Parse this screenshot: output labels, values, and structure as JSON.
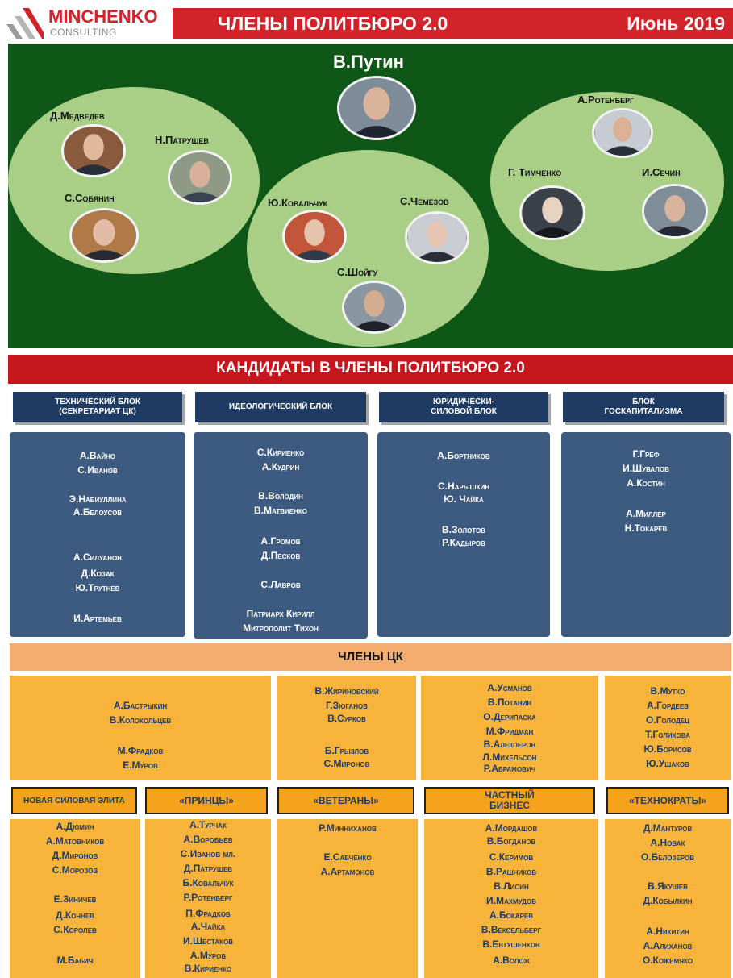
{
  "header": {
    "logo_name": "MINCHENKO",
    "logo_sub": "CONSULTING",
    "title": "ЧЛЕНЫ ПОЛИТБЮРО 2.0",
    "date": "Июнь 2019"
  },
  "politburo": {
    "leader": "В.Путин",
    "left_group": [
      "Д.Медведев",
      "Н.Патрушев",
      "С.Собянин"
    ],
    "center_group": [
      "Ю.Ковальчук",
      "С.Чемезов",
      "С.Шойгу"
    ],
    "right_group": [
      "А.Ротенберг",
      "Г. Тимченко",
      "И.Сечин"
    ]
  },
  "candidates": {
    "title": "КАНДИДАТЫ В ЧЛЕНЫ ПОЛИТБЮРО 2.0",
    "blocks": [
      {
        "header": "ТЕХНИЧЕСКИЙ БЛОК (СЕКРЕТАРИАТ ЦК)",
        "names": [
          "А.Вайно",
          "С.Иванов",
          "Э.Набиуллина",
          "А.Белоусов",
          "А.Силуанов",
          "Д.Козак",
          "Ю.Трутнев",
          "И.Артемьев"
        ]
      },
      {
        "header": "ИДЕОЛОГИЧЕСКИЙ БЛОК",
        "names": [
          "С.Кириенко",
          "А.Кудрин",
          "В.Володин",
          "В.Матвиенко",
          "А.Громов",
          "Д.Песков",
          "С.Лавров",
          "Патриарх Кирилл",
          "Митрополит Тихон"
        ]
      },
      {
        "header": "ЮРИДИЧЕСКИ-СИЛОВОЙ БЛОК",
        "names": [
          "А.Бортников",
          "С.Нарышкин",
          "Ю. Чайка",
          "В.Золотов",
          "Р.Кадыров"
        ]
      },
      {
        "header": "БЛОК ГОСКАПИТАЛИЗМА",
        "names": [
          "Г.Греф",
          "И.Шувалов",
          "А.Костин",
          "А.Миллер",
          "Н.Токарев"
        ]
      }
    ]
  },
  "ck": {
    "title": "ЧЛЕНЫ ЦК",
    "top_groups": [
      [
        "А.Бастрыкин",
        "В.Колокольцев",
        "М.Фрадков",
        "Е.Муров"
      ],
      [
        "В.Жириновский",
        "Г.Зюганов",
        "В.Сурков",
        "Б.Грызлов",
        "С.Миронов"
      ],
      [
        "А.Усманов",
        "В.Потанин",
        "О.Дерипаска",
        "М.Фридман",
        "В.Алекперов",
        "Л.Михельсон",
        "Р.Абрамович"
      ],
      [
        "В.Мутко",
        "А.Гордеев",
        "О.Голодец",
        "Т.Голикова",
        "Ю.Борисов",
        "Ю.Ушаков"
      ]
    ],
    "bottom_groups": [
      {
        "header": "НОВАЯ СИЛОВАЯ ЭЛИТА",
        "names": [
          "А.Дюмин",
          "А.Матовников",
          "Д.Миронов",
          "С.Морозов",
          "Е.Зиничев",
          "Д.Кочнев",
          "С.Королев",
          "М.Бабич"
        ]
      },
      {
        "header": "«ПРИНЦЫ»",
        "names": [
          "А.Турчак",
          "А.Воробьев",
          "С.Иванов мл.",
          "Д.Патрушев",
          "Б.Ковальчук",
          "Р.Ротенберг",
          "П.Фрадков",
          "А.Чайка",
          "И.Шестаков",
          "А.Муров",
          "В.Кириенко"
        ]
      },
      {
        "header": "«ВЕТЕРАНЫ»",
        "names": [
          "Р.Минниханов",
          "Е.Савченко",
          "А.Артамонов"
        ]
      },
      {
        "header": "ЧАСТНЫЙ БИЗНЕС",
        "names": [
          "А.Мордашов",
          "В.Богданов",
          "С.Керимов",
          "В.Рашников",
          "В.Лисин",
          "И.Махмудов",
          "А.Бокарев",
          "В.Вексельберг",
          "В.Евтушенков",
          "А.Волож"
        ]
      },
      {
        "header": "«ТЕХНОКРАТЫ»",
        "names": [
          "Д.Мантуров",
          "А.Новак",
          "О.Белозеров",
          "В.Якушев",
          "Д.Кобылкин",
          "А.Никитин",
          "А.Алиханов",
          "О.Кожемяко"
        ]
      }
    ]
  }
}
